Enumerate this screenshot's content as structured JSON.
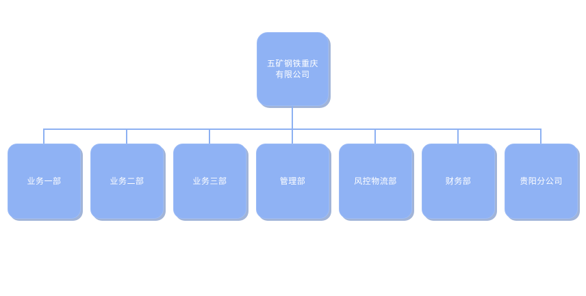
{
  "chart_data": {
    "type": "diagram",
    "diagram_type": "organizational-chart",
    "orientation": "top-down",
    "title": "",
    "root": {
      "label": "五矿钢铁重庆\n有限公司",
      "label_lines": [
        "五矿钢铁重庆",
        "有限公司"
      ]
    },
    "children": [
      {
        "label": "业务一部"
      },
      {
        "label": "业务二部"
      },
      {
        "label": "业务三部"
      },
      {
        "label": "管理部"
      },
      {
        "label": "风控物流部"
      },
      {
        "label": "财务部"
      },
      {
        "label": "贵阳分公司"
      }
    ],
    "levels": 2,
    "node_count": 8,
    "colors": {
      "node_fill": "#8FB2F4",
      "node_border": "#9DBCF6",
      "node_shadow": "#6E8CC3",
      "connector": "#8CB0F2",
      "label_text": "#FFFFFF",
      "background": "#FFFFFF"
    }
  }
}
